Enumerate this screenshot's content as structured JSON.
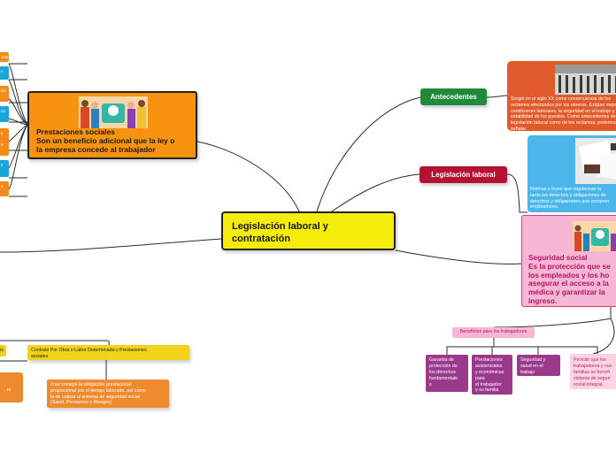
{
  "central": {
    "title": "Legislación laboral y\ncontratación"
  },
  "prestaciones": {
    "text": "Prestaciones sociales\nSon un beneficio adicional que la ley o\nla empresa concede al trabajador"
  },
  "antecedentes": {
    "label": "Antecedentes",
    "detail": "Surgió en el siglo XX como consecuencia de los\nreclamos efectuados por los obreros. Exigían mejores\ncondiciones laborales, la seguridad en el trabajo y la\nestabilidad de los puestos. Como antecedentes de la\nlegislación laboral como de los reclamos, podemos señalar\na la Revolución Industria"
  },
  "legislacion": {
    "label": "Legislación laboral",
    "detail": "Normas y leyes que regularizan la\ntanto los derechos y obligaciones de\nderechos y obligaciones que compren\nempleadores."
  },
  "seguridad": {
    "text": "Seguridad social\nEs la protección que se\nlos empleados y los ho\nasegurar el acceso a la\nmédica y garantizar la\ningreso."
  },
  "beneficios": {
    "label": "Beneficios para los trabajadores",
    "items": [
      "Garantía de\nprotección de\nlos derechos\nfundamentale\ns",
      "Prestaciones\nasistenciales\ny económicas\npara\nel trabajador\ny su familia",
      "Seguridad y\nsalud en el\ntrabajo",
      "Permitir que los\ntrabajadores y sus\nfamilias se benefi\nsistema de seguri\nsocial integral."
    ]
  },
  "contrato": {
    "label": "Contrato Por Obra o Labor Determinada y Prestaciones\nsociales",
    "detail": "Trae consigo la obligación prestacional\nproporcional por el tiempo laborado, así como\nla de cotizar al sistema de seguridad social\n(Salud, Pensiones y Riesgos)"
  },
  "left_cutoff": {
    "yellow_text": "ia",
    "orange_text": ", ni"
  },
  "colors": {
    "central": "#f6ec0c",
    "prestaciones": "#f7930f",
    "antecedentes": "#1f8a3a",
    "legislacion": "#b51232",
    "antecedentes_detail": "#e05a2a",
    "legislacion_detail": "#4ab6ea",
    "seguridad": "#f6b6d4",
    "beneficio_items": "#9b3a8d",
    "contrato": "#f3d21a",
    "contrato_detail": "#ee8b2e"
  },
  "edge_labels": [
    "onal",
    "n",
    "ias",
    "on",
    "y",
    "e",
    "s",
    "s"
  ]
}
